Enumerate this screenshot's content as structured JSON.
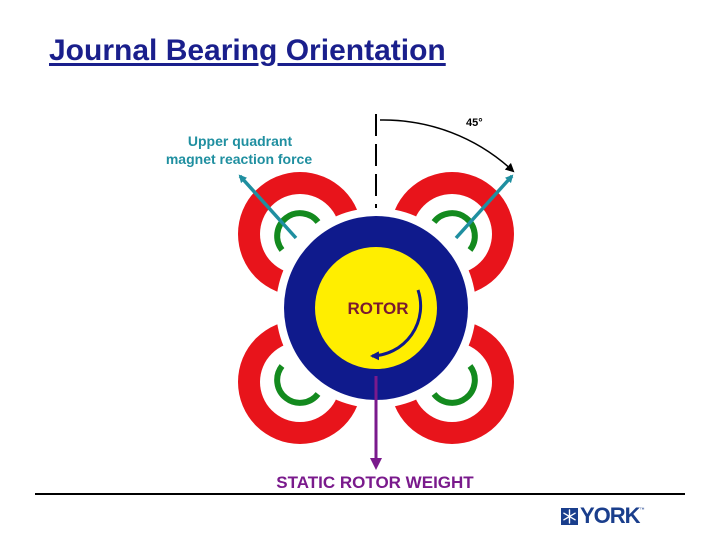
{
  "slide": {
    "title": "Journal Bearing Orientation"
  },
  "diagram": {
    "label_upper_line1": "Upper quadrant",
    "label_upper_line2": "magnet reaction force",
    "angle_label": "45°",
    "rotor_label": "ROTOR",
    "weight_label": "STATIC ROTOR WEIGHT",
    "colors": {
      "magnet_red": "#e8141b",
      "coil_green": "#138a1e",
      "rotor_blue": "#0f1a8c",
      "rotor_yellow": "#ffee00",
      "force_teal": "#1f8fa0",
      "weight_purple": "#7a1a8c",
      "label_teal": "#1f8fa0",
      "label_purple": "#7a1a8c",
      "rotor_text": "#7a1a30",
      "rotation_arrow": "#0f1a8c"
    },
    "icons": [
      "force-arrow-icon",
      "weight-arrow-icon",
      "rotation-arrow-icon",
      "angle-arc-icon"
    ]
  },
  "footer": {
    "logo_text": "YORK",
    "logo_tm": "™"
  }
}
